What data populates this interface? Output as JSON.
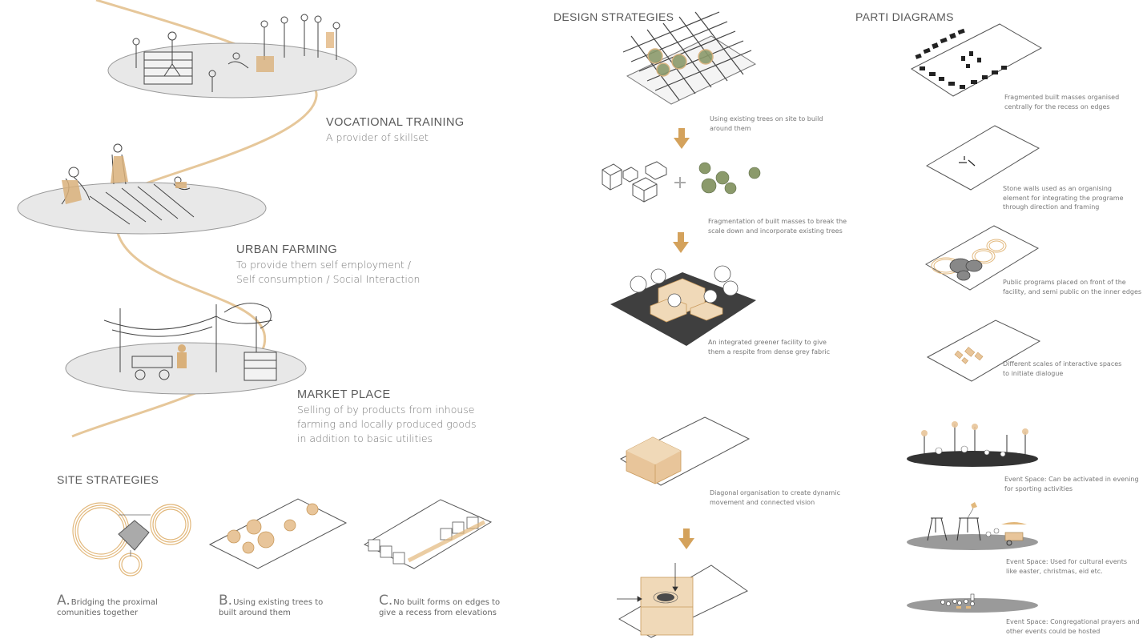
{
  "sections": {
    "design_strategies": "DESIGN STRATEGIES",
    "parti_diagrams": "PARTI DIAGRAMS",
    "site_strategies": "SITE STRATEGIES"
  },
  "programs": [
    {
      "title": "VOCATIONAL TRAINING",
      "lines": [
        "A provider of skillset"
      ]
    },
    {
      "title": "URBAN FARMING",
      "lines": [
        "To provide them self employment /",
        "Self consumption / Social Interaction"
      ]
    },
    {
      "title": "MARKET PLACE",
      "lines": [
        "Selling of by products from inhouse",
        "farming and locally produced goods",
        "in addition to basic utilities"
      ]
    }
  ],
  "site_strategies": [
    {
      "letter": "A.",
      "lines": [
        "Bridging the proximal",
        "comunities together"
      ]
    },
    {
      "letter": "B.",
      "lines": [
        "Using existing trees to",
        "built around them"
      ]
    },
    {
      "letter": "C.",
      "lines": [
        "No built forms on edges to",
        "give a recess from elevations"
      ]
    }
  ],
  "design_strategies": [
    {
      "lines": [
        "Using existing trees on site to build",
        "around them"
      ]
    },
    {
      "lines": [
        "Fragmentation of built masses to break the",
        "scale down and incorporate existing trees"
      ]
    },
    {
      "lines": [
        "An integrated greener facility to give",
        "them a respite from dense grey fabric"
      ]
    },
    {
      "lines": [
        "Diagonal organisation to create dynamic",
        "movement and connected vision"
      ]
    }
  ],
  "parti_diagrams": [
    {
      "lines": [
        "Fragmented built masses organised",
        "centrally for the recess on edges"
      ]
    },
    {
      "lines": [
        "Stone walls used as an organising",
        "element for integrating the programe",
        "through direction and framing"
      ]
    },
    {
      "lines": [
        "Public programs placed on front of the",
        "facility, and semi public on the inner edges"
      ]
    },
    {
      "lines": [
        "Different scales of interactive spaces",
        "to initiate dialogue"
      ]
    },
    {
      "lines": [
        "Event Space: Can be activated in evening",
        "for sporting activities"
      ]
    },
    {
      "lines": [
        "Event Space: Used for cultural events",
        "like easter, christmas, eid etc."
      ]
    },
    {
      "lines": [
        "Event Space: Congregational prayers and",
        "other events could be hosted"
      ]
    }
  ],
  "colors": {
    "accent": "#d9b07a",
    "arrow": "#d4a25c",
    "tan_light": "#f0d9b8",
    "tan_mid": "#e8c59a",
    "dark_ground": "#3f3f3f",
    "ellipse_fill": "#e8e8e8"
  }
}
